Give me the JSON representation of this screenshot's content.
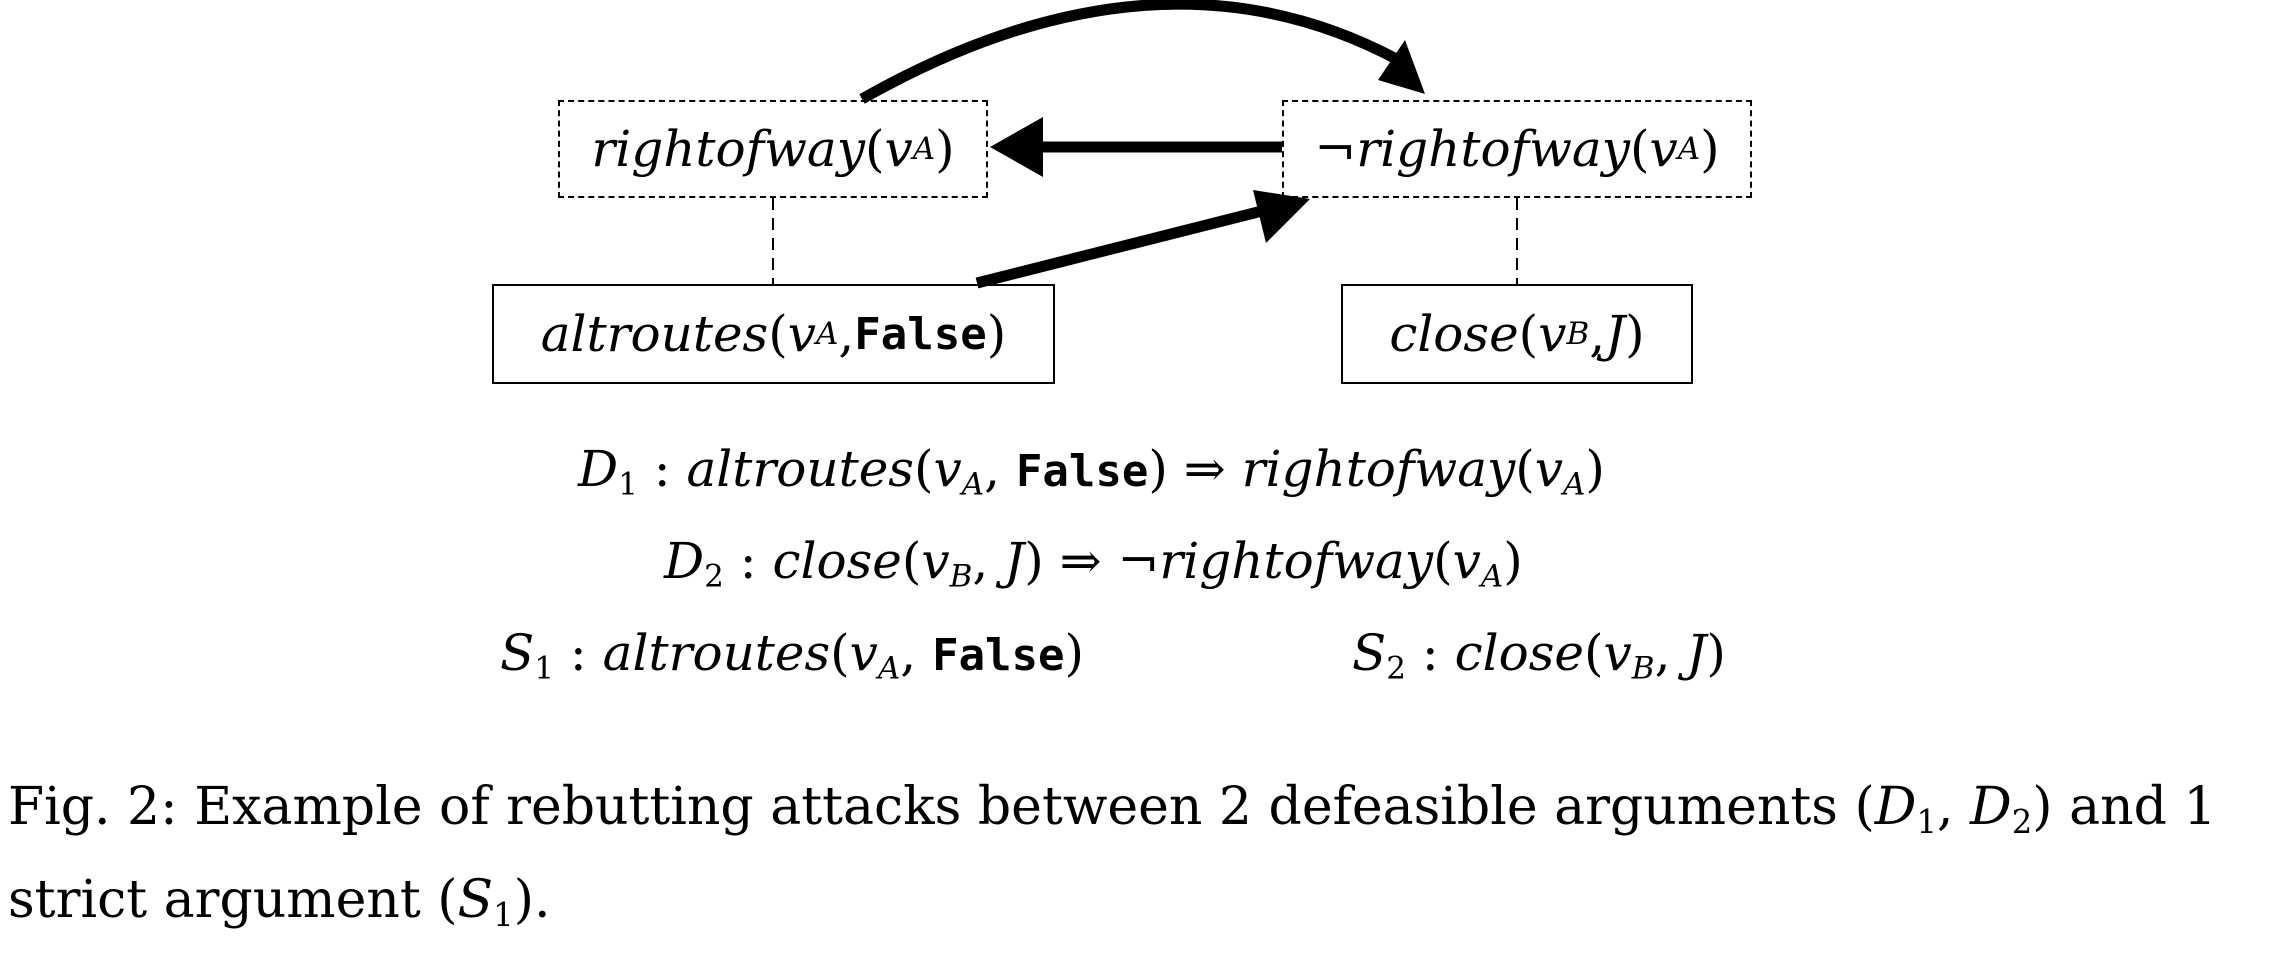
{
  "nodes": {
    "rightofway": {
      "pred": "rightofway",
      "arg": "v",
      "arg_sub": "A"
    },
    "not_rightofway": {
      "neg": "¬",
      "pred": "rightofway",
      "arg": "v",
      "arg_sub": "A"
    },
    "altroutes": {
      "pred": "altroutes",
      "arg": "v",
      "arg_sub": "A",
      "const": "False"
    },
    "close": {
      "pred": "close",
      "arg": "v",
      "arg_sub": "B",
      "arg2": "J"
    }
  },
  "rules": {
    "d1": {
      "label": "D",
      "label_sub": "1",
      "colon": ":",
      "pred1": "altroutes",
      "arg": "v",
      "arg_sub": "A",
      "const": "False",
      "implies": "⇒",
      "pred2": "rightofway",
      "arg2": "v",
      "arg2_sub": "A"
    },
    "d2": {
      "label": "D",
      "label_sub": "2",
      "colon": ":",
      "pred1": "close",
      "arg": "v",
      "arg_sub": "B",
      "arg_b": "J",
      "implies": "⇒",
      "neg": "¬",
      "pred2": "rightofway",
      "arg2": "v",
      "arg2_sub": "A"
    },
    "s1": {
      "label": "S",
      "label_sub": "1",
      "colon": ":",
      "pred1": "altroutes",
      "arg": "v",
      "arg_sub": "A",
      "const": "False"
    },
    "s2": {
      "label": "S",
      "label_sub": "2",
      "colon": ":",
      "pred1": "close",
      "arg": "v",
      "arg_sub": "B",
      "arg_b": "J"
    }
  },
  "caption": {
    "prefix": "Fig. 2:",
    "text_a": "Example of rebutting attacks between 2 defeasible arguments (",
    "d": "D",
    "d1_sub": "1",
    "comma": ", ",
    "d2_sub": "2",
    "text_b": ") and 1 strict argument (",
    "s": "S",
    "s1_sub": "1",
    "text_c": ")."
  }
}
